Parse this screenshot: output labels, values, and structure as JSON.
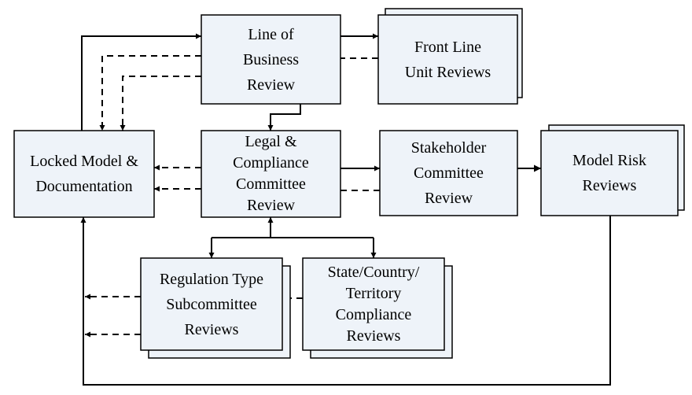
{
  "nodes": {
    "lob": {
      "text": "Line of\nBusiness\nReview"
    },
    "front": {
      "text": "Front Line\nUnit Reviews"
    },
    "locked": {
      "text": "Locked Model &\nDocumentation"
    },
    "legal": {
      "text": "Legal &\nCompliance\nCommittee\nReview"
    },
    "stake": {
      "text": "Stakeholder\nCommittee\nReview"
    },
    "mrisk": {
      "text": "Model Risk\nReviews"
    },
    "reg": {
      "text": "Regulation Type\nSubcommittee\nReviews"
    },
    "state": {
      "text": "State/Country/\nTerritory\nCompliance\nReviews"
    }
  },
  "edges": [
    {
      "id": "locked-to-lob",
      "style": "solid"
    },
    {
      "id": "lob-to-locked-1",
      "style": "dashed"
    },
    {
      "id": "lob-to-locked-2",
      "style": "dashed"
    },
    {
      "id": "lob-to-front",
      "style": "solid"
    },
    {
      "id": "front-to-lob",
      "style": "dashed"
    },
    {
      "id": "lob-to-legal",
      "style": "solid"
    },
    {
      "id": "legal-to-locked-1",
      "style": "dashed"
    },
    {
      "id": "legal-to-locked-2",
      "style": "dashed"
    },
    {
      "id": "legal-to-stake",
      "style": "solid"
    },
    {
      "id": "stake-to-legal",
      "style": "dashed"
    },
    {
      "id": "stake-to-mrisk",
      "style": "solid"
    },
    {
      "id": "legal-to-reg",
      "style": "solid"
    },
    {
      "id": "legal-to-state",
      "style": "solid"
    },
    {
      "id": "reg-to-locked-1",
      "style": "dashed"
    },
    {
      "id": "reg-to-locked-2",
      "style": "dashed"
    },
    {
      "id": "state-to-reg",
      "style": "dashed"
    },
    {
      "id": "mrisk-to-locked",
      "style": "solid"
    }
  ]
}
